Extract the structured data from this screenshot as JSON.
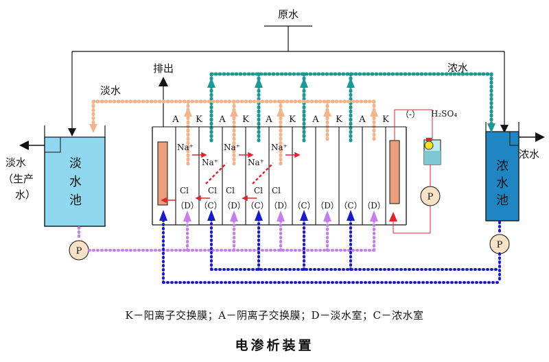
{
  "labels": {
    "raw_water": "原水",
    "discharge": "排出",
    "fresh_water_top": "淡水",
    "conc_water_top": "浓水",
    "conc_water_out": "浓水",
    "fresh_water_out_1": "淡水",
    "fresh_water_out_2": "（生产",
    "fresh_water_out_3": "水）",
    "fresh_tank": [
      "淡",
      "水",
      "池"
    ],
    "conc_tank": [
      "浓",
      "水",
      "池"
    ],
    "acid": "H₂SO₄",
    "neg_electrode": "（-）",
    "pump": "P"
  },
  "membranes": [
    "A",
    "K",
    "A",
    "K",
    "A",
    "K",
    "A",
    "K",
    "A",
    "K"
  ],
  "rooms": [
    "（D）",
    "（C）",
    "（D）",
    "（C）",
    "（D）",
    "（C）",
    "（D）",
    "（C）",
    "（D）"
  ],
  "ions": {
    "na": "Na⁺",
    "cl": "Cl"
  },
  "legend": "K－阳离子交换膜；A－阴离子交换膜；D－淡水室；C－浓水室",
  "title": "电渗析装置",
  "colors": {
    "teal": "#1a9a94",
    "orange": "#f2b48a",
    "purple": "#c57ef0",
    "blue": "#1a1ad0",
    "fresh_tank": "#8fd8ef",
    "conc_tank": "#1f86c4",
    "electrode": "#e9a07a",
    "red": "#e8202a"
  }
}
